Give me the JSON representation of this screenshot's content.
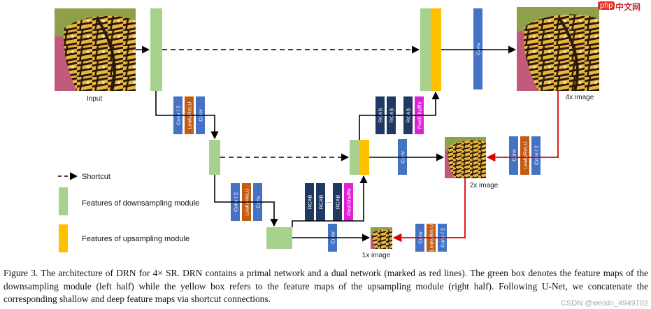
{
  "images": {
    "input": "Input",
    "x4": "4x image",
    "x2": "2x image",
    "x1": "1x image"
  },
  "blocks": {
    "conv_half": "Conv / 2",
    "leaky": "LeakyReLU",
    "conv": "Conv",
    "rcab": "RCAB",
    "pixelshuffle": "PixelShuffle",
    "dots": "..."
  },
  "legend": {
    "shortcut": "Shortcut",
    "down": "Features of downsampling module",
    "up": "Features of upsampling module"
  },
  "caption": "Figure 3.  The architecture of DRN for 4× SR. DRN contains a primal network and a dual network (marked as red lines). The green box denotes the feature maps of the downsampling module (left half) while the yellow box refers to the feature maps of the upsampling module (right half). Following U-Net, we concatenate the corresponding shallow and deep feature maps via shortcut connections.",
  "watermark": {
    "logo": "php",
    "site": "中文网",
    "bottom": "CSDN @weixin_4949702"
  },
  "colors": {
    "green": "#a9d18e",
    "yellow": "#ffc000",
    "conv_blue": "#4472c4",
    "rcab_navy": "#1f3864",
    "leaky_orange": "#c55a11",
    "pixelshuffle_magenta": "#e020d8",
    "dual_red": "#e00000"
  }
}
